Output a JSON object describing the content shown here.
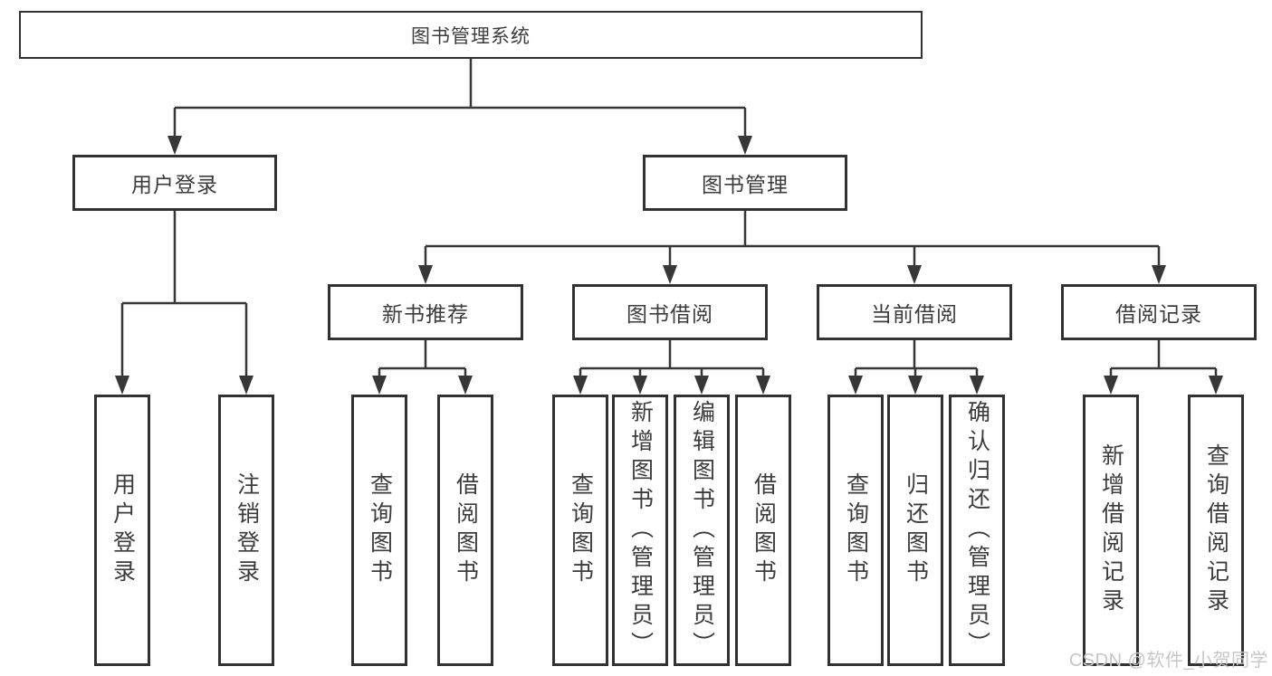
{
  "colors": {
    "line": "#373737",
    "border": "#323232",
    "text": "#3c3c3c",
    "background": "#ffffff",
    "watermark": "#c7c7c7"
  },
  "watermark": "CSDN @软件_小贺同学",
  "tree": {
    "label": "图书管理系统",
    "children": [
      {
        "label": "用户登录",
        "children": [
          {
            "label": "用户登录"
          },
          {
            "label": "注销登录"
          }
        ]
      },
      {
        "label": "图书管理",
        "children": [
          {
            "label": "新书推荐",
            "children": [
              {
                "label": "查询图书"
              },
              {
                "label": "借阅图书"
              }
            ]
          },
          {
            "label": "图书借阅",
            "children": [
              {
                "label": "查询图书"
              },
              {
                "label": "新增图书（管理员）"
              },
              {
                "label": "编辑图书（管理员）"
              },
              {
                "label": "借阅图书"
              }
            ]
          },
          {
            "label": "当前借阅",
            "children": [
              {
                "label": "查询图书"
              },
              {
                "label": "归还图书"
              },
              {
                "label": "确认归还（管理员）"
              }
            ]
          },
          {
            "label": "借阅记录",
            "children": [
              {
                "label": "新增借阅记录"
              },
              {
                "label": "查询借阅记录"
              }
            ]
          }
        ]
      }
    ]
  }
}
